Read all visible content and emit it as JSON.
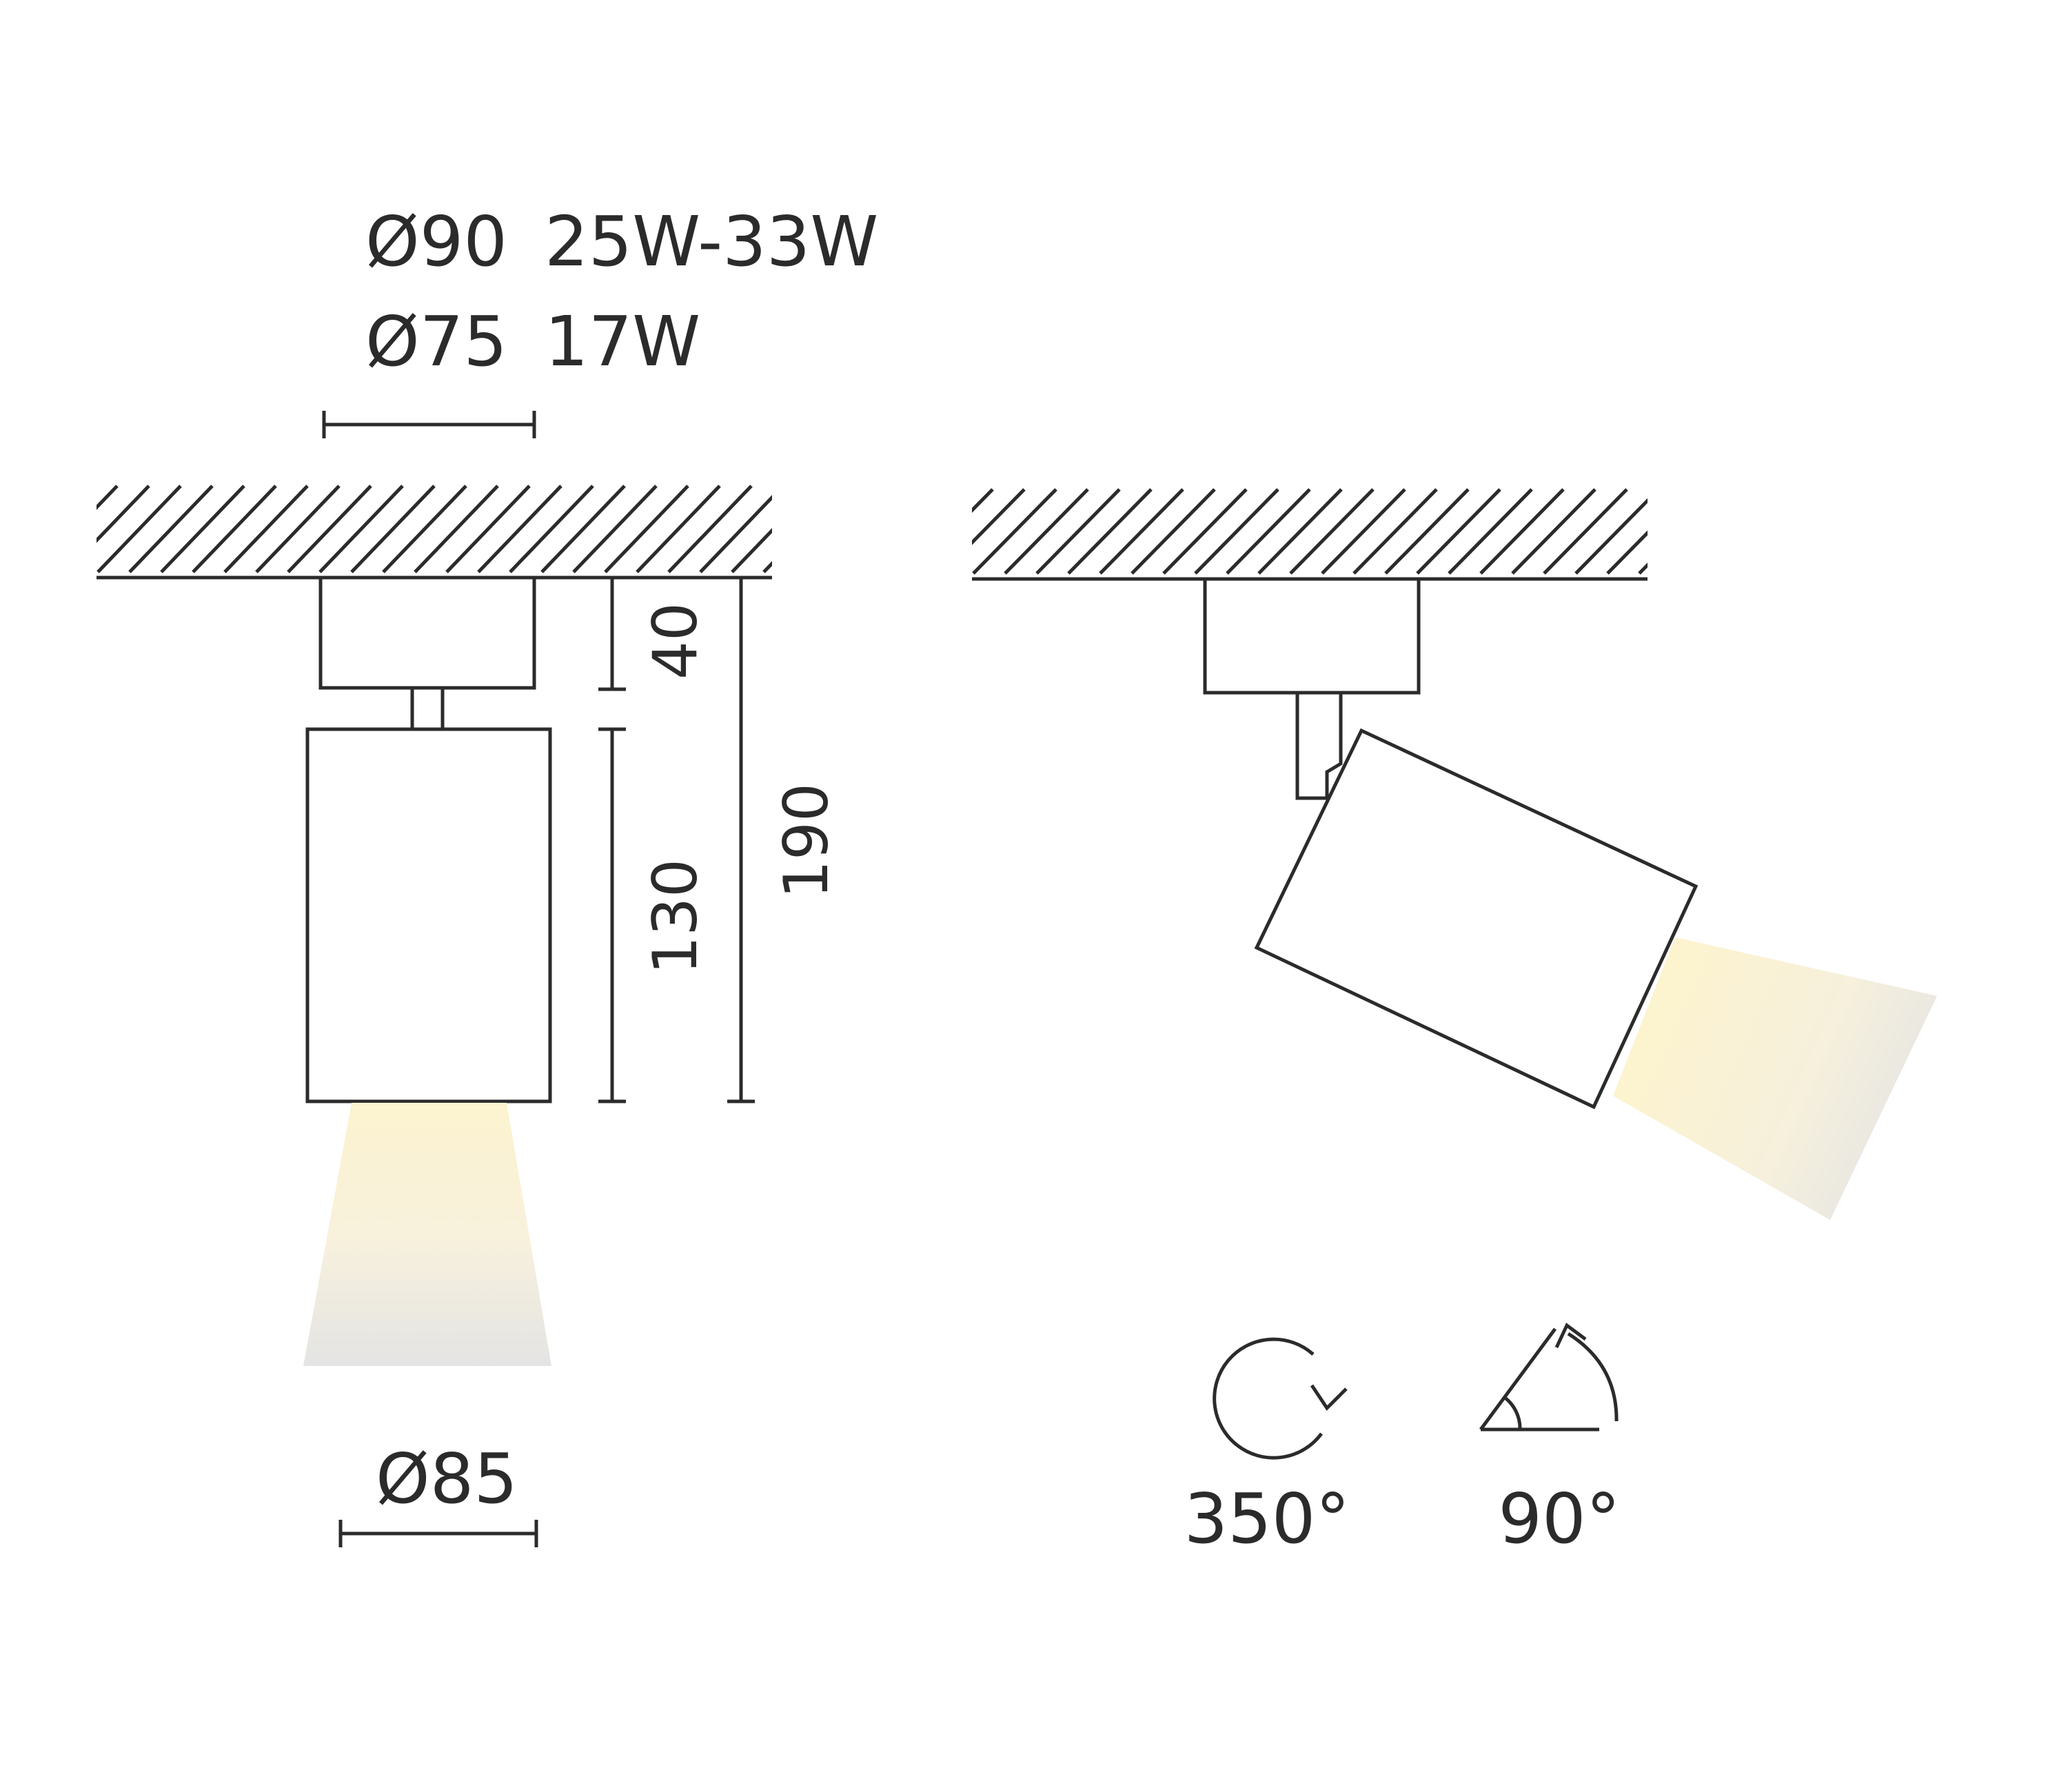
{
  "specs": [
    {
      "diameter": "Ø90",
      "power": "25W-33W"
    },
    {
      "diameter": "Ø75",
      "power": "17W"
    }
  ],
  "dimensions": {
    "base_height": "40",
    "body_height": "130",
    "total_height": "190",
    "body_diameter": "Ø85"
  },
  "adjustments": {
    "rotation": "350°",
    "tilt": "90°"
  },
  "icons": {
    "rotation": "rotate-arrow-icon",
    "tilt": "tilt-angle-icon"
  },
  "colors": {
    "line": "#2b2b2b",
    "light_warm": "#fbf3d2",
    "light_cool": "#e6e6e6"
  }
}
